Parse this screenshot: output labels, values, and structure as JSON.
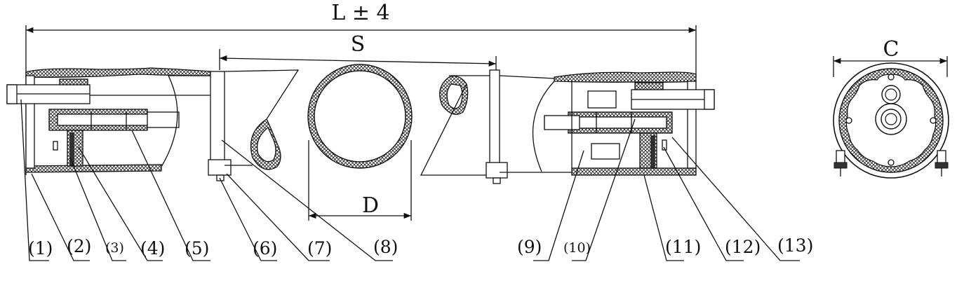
{
  "dimensions": {
    "overall_length": "L ± 4",
    "span": "S",
    "diameter": "D",
    "end_width": "C"
  },
  "callouts": [
    "(1)",
    "(2)",
    "(3)",
    "(4)",
    "(5)",
    "(6)",
    "(7)",
    "(8)",
    "(9)",
    "(10)",
    "(11)",
    "(12)",
    "(13)"
  ]
}
